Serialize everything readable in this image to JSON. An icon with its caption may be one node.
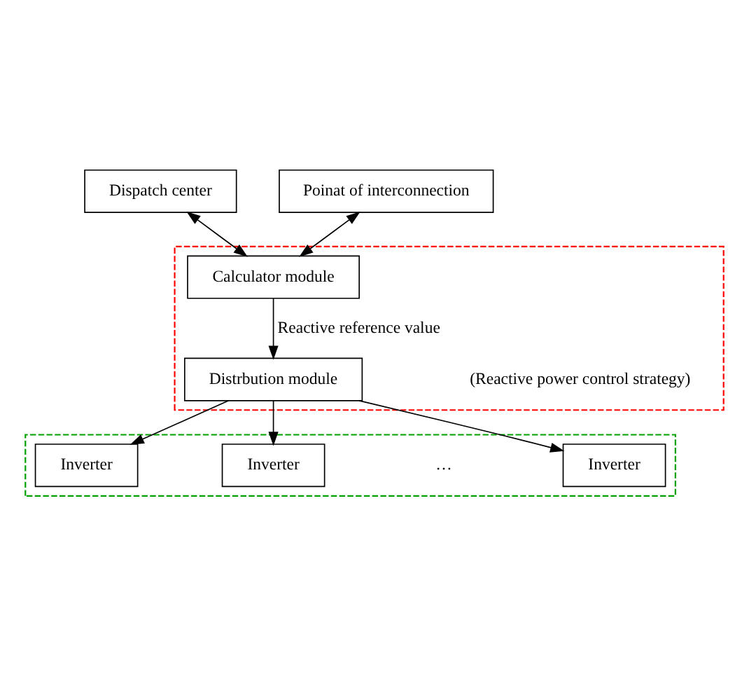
{
  "diagram": {
    "nodes": [
      {
        "text": [
          "Dispatch center"
        ]
      },
      {
        "text": [
          "Poinat of interconnection"
        ]
      },
      {
        "text": [],
        "shape": "box"
      },
      {
        "text": [
          "Calculator module"
        ],
        "in": 2
      },
      {
        "text": [
          "Distrbution module"
        ],
        "in": 2
      },
      {
        "text": [],
        "shape": "box"
      },
      {
        "text": [
          "Inverter"
        ],
        "in": 5
      },
      {
        "text": [
          "Inverter"
        ],
        "in": 5
      },
      {
        "text": [
          "Inverter"
        ],
        "in": 5
      }
    ],
    "edges": [
      {
        "from": 0,
        "to": 3,
        "arrow": "both"
      },
      {
        "from": 1,
        "to": 3,
        "arrow": "both"
      },
      {
        "from": 3,
        "to": 4,
        "arrow": "to",
        "label": "Reactive reference value"
      },
      {
        "from": 4,
        "to": 6,
        "arrow": "to"
      },
      {
        "from": 4,
        "to": 7,
        "arrow": "to"
      },
      {
        "from": 4,
        "to": 8,
        "arrow": "to"
      }
    ],
    "labels": [
      "(Reactive power control strategy)",
      "…"
    ]
  }
}
